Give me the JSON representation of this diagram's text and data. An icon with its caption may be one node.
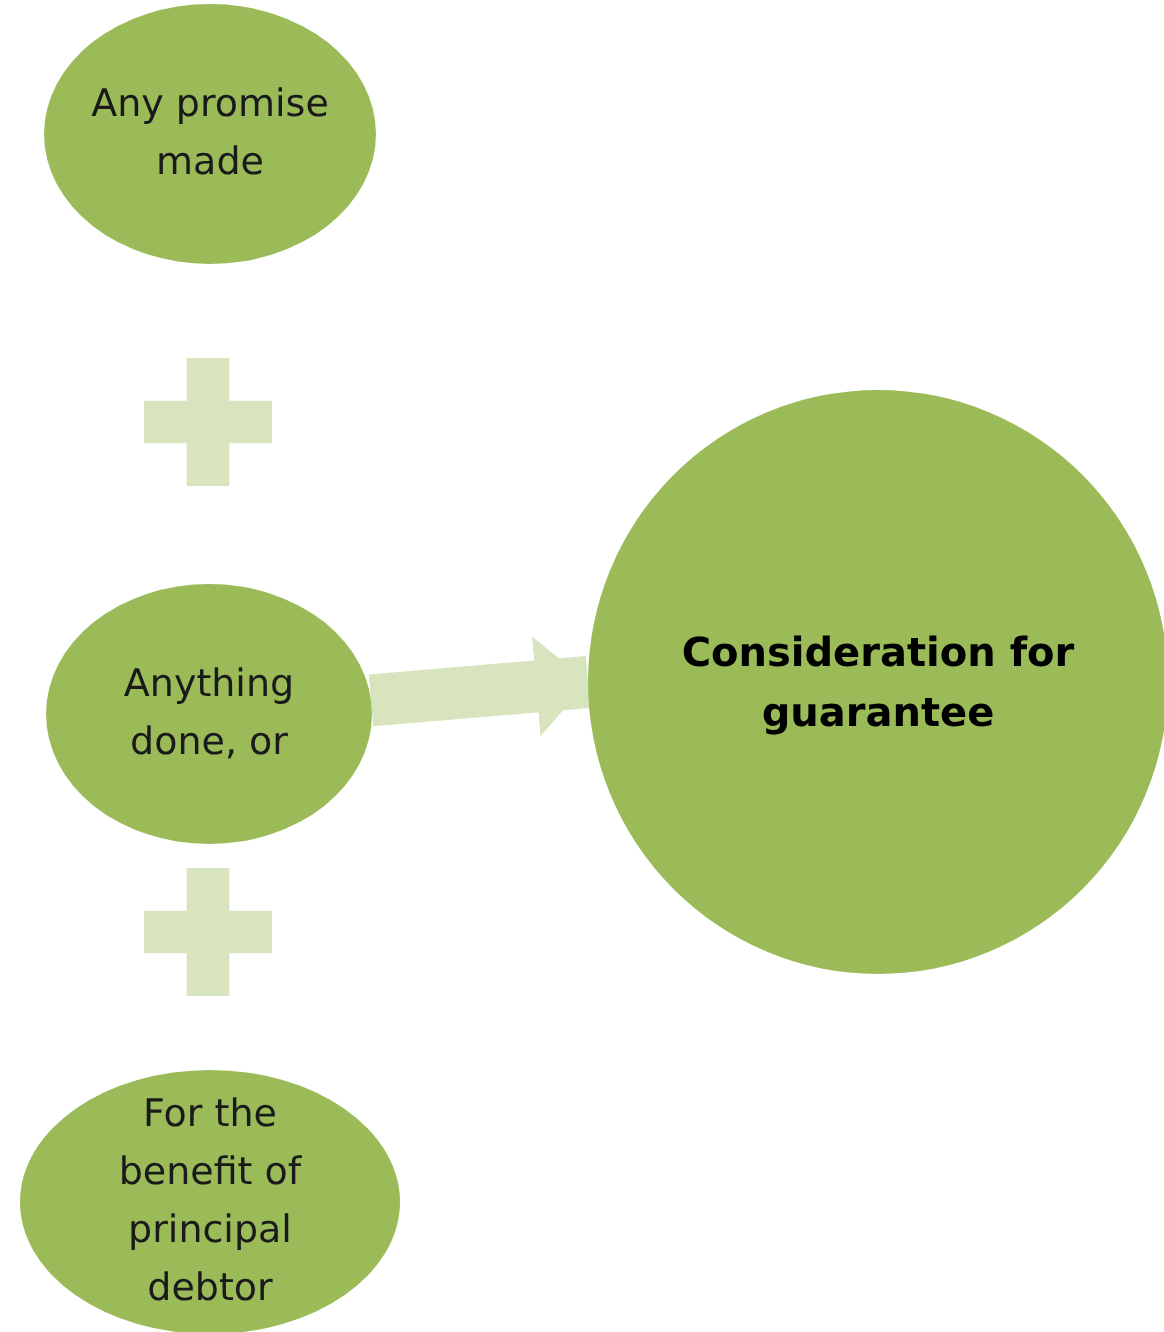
{
  "diagram": {
    "nodes": [
      {
        "text": [
          "Any promise made"
        ]
      },
      {
        "text": [],
        "shape": "plus"
      },
      {
        "text": [
          "Anything done, or"
        ]
      },
      {
        "text": [
          "Consideration for guarantee"
        ]
      },
      {
        "text": [],
        "shape": "plus"
      },
      {
        "text": [
          "For the benefit of principal debtor"
        ]
      }
    ],
    "edges": [
      {
        "from": 2,
        "to": 3,
        "arrow": "to",
        "color": "#d7e4bd"
      }
    ]
  }
}
